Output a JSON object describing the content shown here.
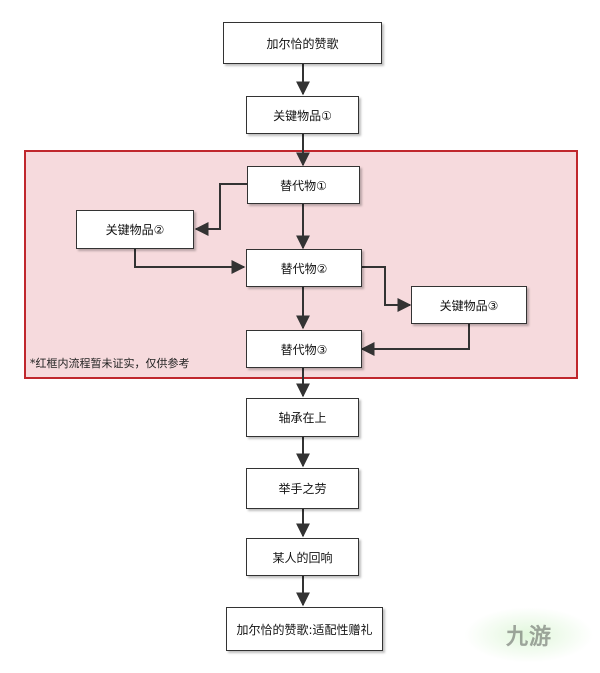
{
  "nodes": {
    "start": "加尔恰的赞歌",
    "key_item_1": "关键物品①",
    "substitute_1": "替代物①",
    "key_item_2": "关键物品②",
    "substitute_2": "替代物②",
    "key_item_3": "关键物品③",
    "substitute_3": "替代物③",
    "bearing": "轴承在上",
    "helping_hand": "举手之劳",
    "someone_echo": "某人的回响",
    "end": "加尔恰的赞歌:适配性赠礼"
  },
  "note": "*红框内流程暂未证实，仅供参考",
  "watermark": "九游",
  "colors": {
    "frame_border": "#c0272d",
    "frame_fill": "#f6dadd"
  }
}
